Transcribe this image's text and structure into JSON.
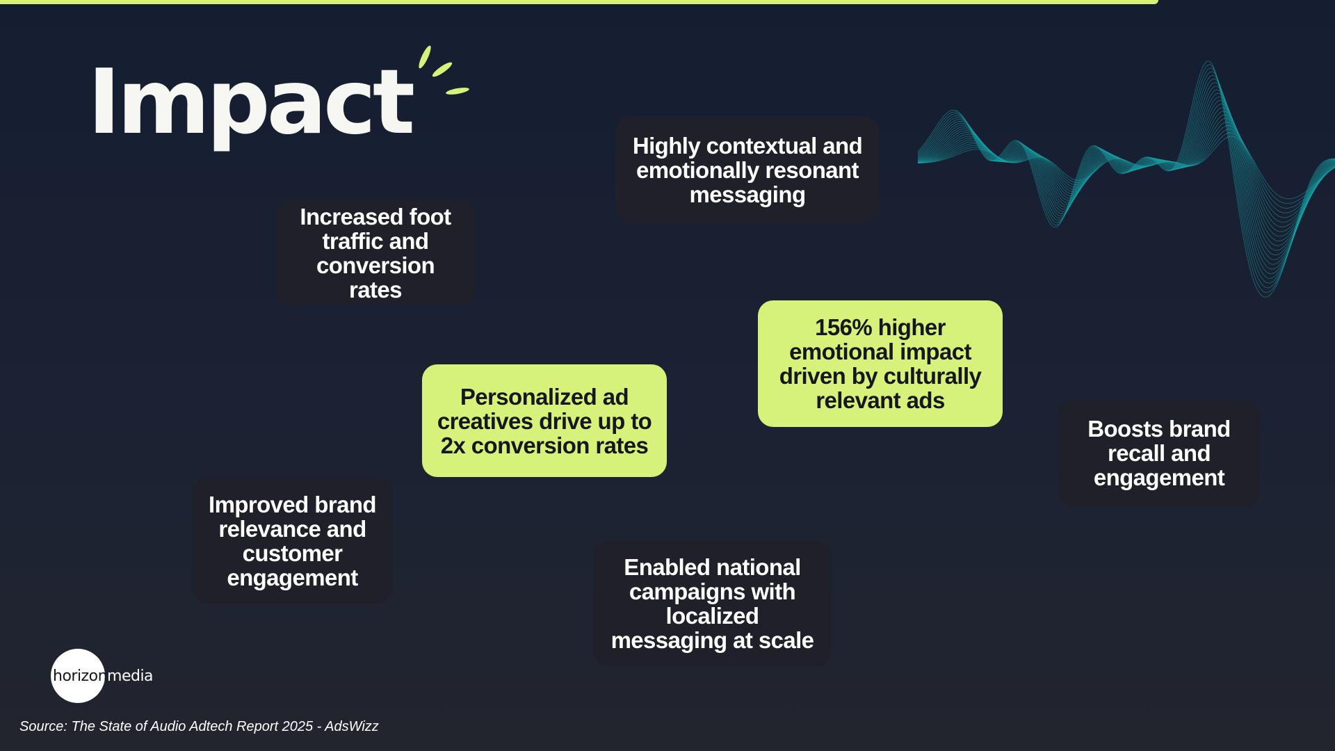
{
  "slide": {
    "title": "Impact",
    "colors": {
      "accent": "#d6f27a",
      "background": "#161e31",
      "card_dark": "#1f2029",
      "wave": "#16a7ab"
    }
  },
  "cards": [
    {
      "text": "Highly contextual and emotionally resonant messaging",
      "style": "dark"
    },
    {
      "text": "Increased foot traffic and conversion rates",
      "style": "dark"
    },
    {
      "text": "156% higher emotional impact driven by culturally relevant ads",
      "style": "lime"
    },
    {
      "text": "Personalized ad creatives drive up to 2x conversion rates",
      "style": "lime"
    },
    {
      "text": "Boosts brand recall and engagement",
      "style": "dark"
    },
    {
      "text": "Improved brand relevance and customer engagement",
      "style": "dark"
    },
    {
      "text": "Enabled national campaigns with localized messaging at scale",
      "style": "dark"
    }
  ],
  "logo": {
    "word1": "horizon",
    "word2": "media"
  },
  "source": "Source: The State of Audio Adtech Report 2025 - AdsWizz",
  "decor": {
    "sparkle_icon": "sparkle-icon",
    "wave_icon": "sound-wave-graphic"
  }
}
